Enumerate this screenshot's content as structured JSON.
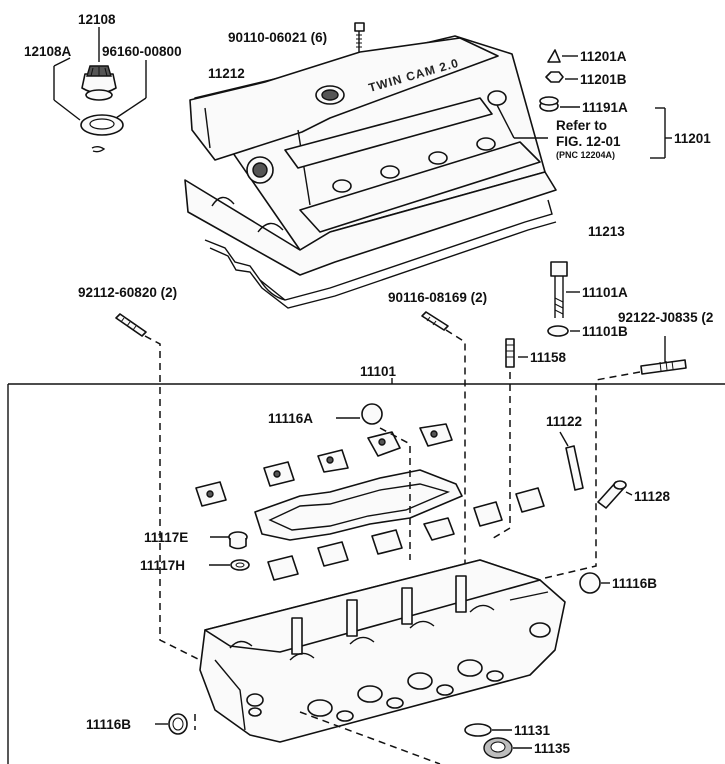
{
  "labels": {
    "p12108": "12108",
    "p12108A": "12108A",
    "p96160": "96160-00800",
    "p90110": "90110-06021 (6)",
    "p11212": "11212",
    "p11201A": "11201A",
    "p11201B": "11201B",
    "p11191A": "11191A",
    "refer_line1": "Refer to",
    "refer_line2": "FIG. 12-01",
    "refer_line3": "(PNC 12204A)",
    "p11201": "11201",
    "p11213": "11213",
    "p92112": "92112-60820 (2)",
    "p90116": "90116-08169 (2)",
    "p11101A": "11101A",
    "p11101B": "11101B",
    "p92122": "92122-J0835 (2",
    "p11158": "11158",
    "p11101": "11101",
    "p11116A": "11116A",
    "p11122": "11122",
    "p11128": "11128",
    "p11117E": "11117E",
    "p11117H": "11117H",
    "p11116B_right": "11116B",
    "p11116B_left": "11116B",
    "p11131": "11131",
    "p11135": "11135"
  },
  "cover_text": "TWIN CAM 2.0"
}
